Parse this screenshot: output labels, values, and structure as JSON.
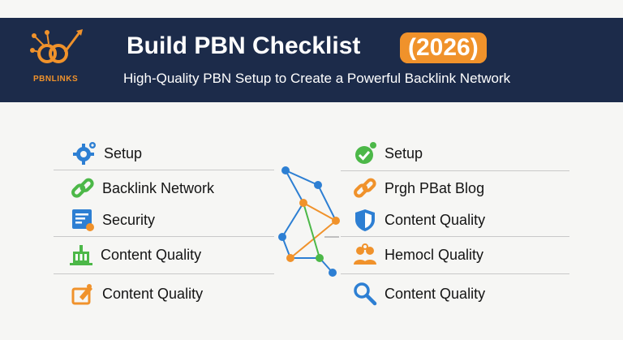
{
  "header": {
    "logo_text": "PBNLINKS",
    "title": "Build PBN Checklist",
    "year_badge": "(2026)",
    "subtitle": "High-Quality PBN Setup to Create a Powerful Backlink Network"
  },
  "left_items": [
    {
      "label": "Setup",
      "icon": "gear-icon"
    },
    {
      "label": "Backlink Network",
      "icon": "chain-link-icon"
    },
    {
      "label": "Security",
      "icon": "document-icon"
    },
    {
      "label": "Content Quality",
      "icon": "building-icon"
    },
    {
      "label": "Content Quality",
      "icon": "edit-icon"
    }
  ],
  "right_items": [
    {
      "label": "Setup",
      "icon": "check-badge-icon"
    },
    {
      "label": "Prgh PBat Blog",
      "icon": "chain-link-icon"
    },
    {
      "label": "Content Quality",
      "icon": "shield-icon"
    },
    {
      "label": "Hemocl Quality",
      "icon": "team-icon"
    },
    {
      "label": "Content Quality",
      "icon": "magnifier-icon"
    }
  ],
  "colors": {
    "header_bg": "#1c2b4a",
    "accent_orange": "#f0922b",
    "blue": "#2d7fd3",
    "green": "#4cb848",
    "text": "#141414"
  }
}
